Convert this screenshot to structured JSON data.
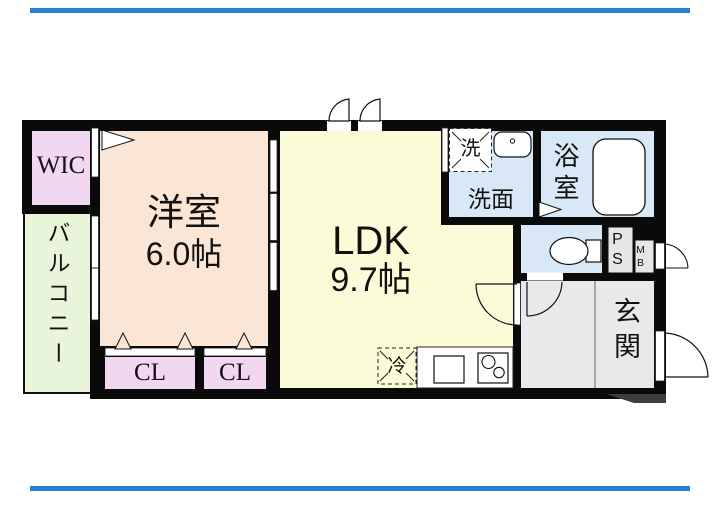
{
  "decor": {
    "top_bar_color": "#2c7cd8",
    "bottom_bar_color": "#2c7cd8",
    "wall_color": "#0a0a0a"
  },
  "floorplan": {
    "rooms": {
      "wic": {
        "label": "WIC",
        "color": "#f2d7f2"
      },
      "balcony": {
        "label": "バルコニー",
        "color": "#e9f5da"
      },
      "western_room": {
        "label": "洋室",
        "size": "6.0帖",
        "color": "#fbe5d4"
      },
      "ldk": {
        "label": "LDK",
        "size": "9.7帖",
        "color": "#fcfbd8"
      },
      "washroom": {
        "label": "洗面",
        "color": "#d9e8f6"
      },
      "bathroom": {
        "label": "浴室",
        "color": "#d9e8f6"
      },
      "toilet": {
        "color": "#d9e8f6"
      },
      "entrance": {
        "label": "玄関",
        "color": "#e9e9e9"
      },
      "closet_left": {
        "label": "CL",
        "color": "#f2d7f2"
      },
      "closet_right": {
        "label": "CL",
        "color": "#f2d7f2"
      }
    },
    "fixtures": {
      "washing_machine_label": "洗",
      "refrigerator_label": "冷",
      "pipe_space_label": "PS",
      "meter_box_label": "MB"
    }
  }
}
